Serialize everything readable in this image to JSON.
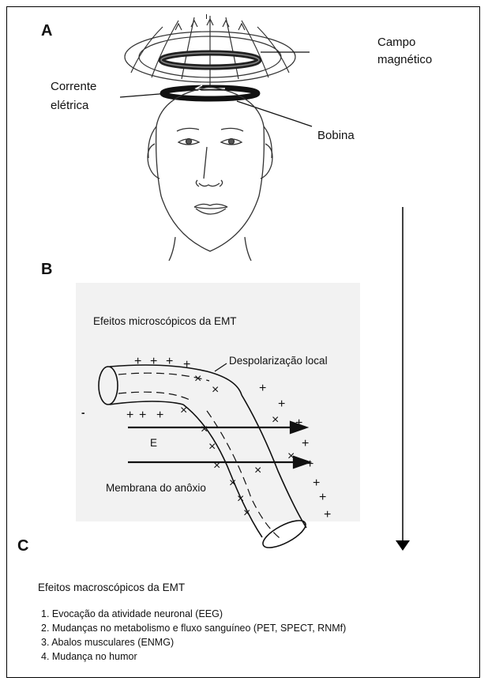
{
  "panel_a": {
    "letter": "A",
    "label_campo_1": "Campo",
    "label_campo_2": "magnético",
    "label_corrente_1": "Corrente",
    "label_corrente_2": "elétrica",
    "label_bobina": "Bobina",
    "field_marker": "ı"
  },
  "panel_b": {
    "letter": "B",
    "title": "Efeitos microscópicos da EMT",
    "label_despolarizacao": "Despolarização local",
    "label_e": "E",
    "label_membrana": "Membrana do anôxio",
    "label_minus": "-"
  },
  "panel_c": {
    "letter": "C",
    "title": "Efeitos macroscópicos da EMT",
    "items": [
      "1. Evocação da atividade neuronal (EEG)",
      "2. Mudanças no metabolismo e fluxo sanguíneo (PET, SPECT, RNMf)",
      "3. Abalos musculares (ENMG)",
      "4. Mudança no humor"
    ]
  }
}
